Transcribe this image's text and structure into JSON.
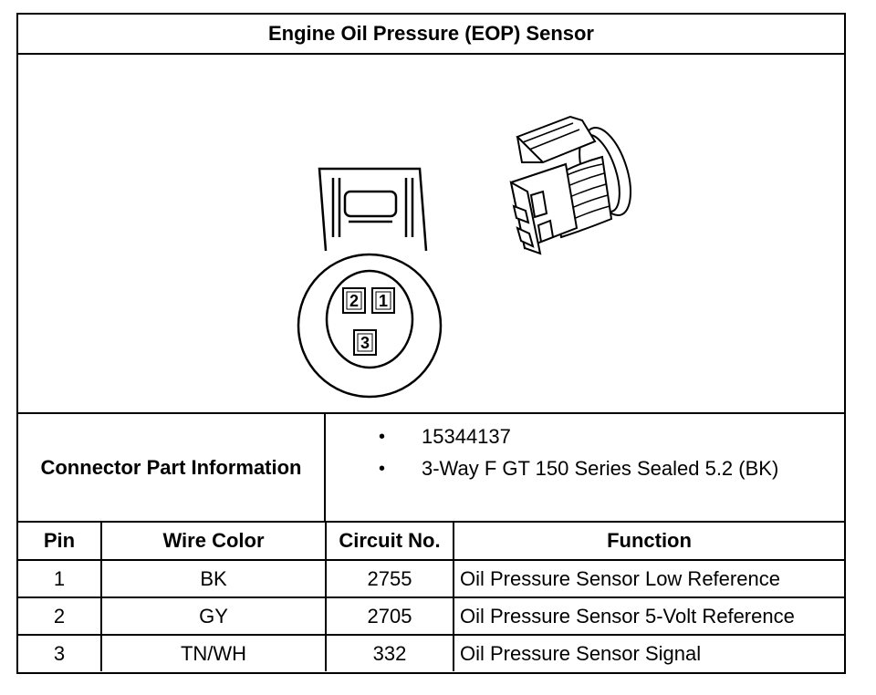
{
  "title": "Engine Oil Pressure (EOP) Sensor",
  "connector_face": {
    "pin_labels": [
      "2",
      "1",
      "3"
    ]
  },
  "connector_part_info": {
    "label": "Connector Part Information",
    "bullet_symbol": "•",
    "items": [
      "15344137",
      "3-Way F GT 150 Series Sealed 5.2 (BK)"
    ]
  },
  "table": {
    "headers": [
      "Pin",
      "Wire Color",
      "Circuit No.",
      "Function"
    ],
    "rows": [
      [
        "1",
        "BK",
        "2755",
        "Oil Pressure Sensor Low Reference"
      ],
      [
        "2",
        "GY",
        "2705",
        "Oil Pressure Sensor 5-Volt Reference"
      ],
      [
        "3",
        "TN/WH",
        "332",
        "Oil Pressure Sensor Signal"
      ]
    ]
  }
}
